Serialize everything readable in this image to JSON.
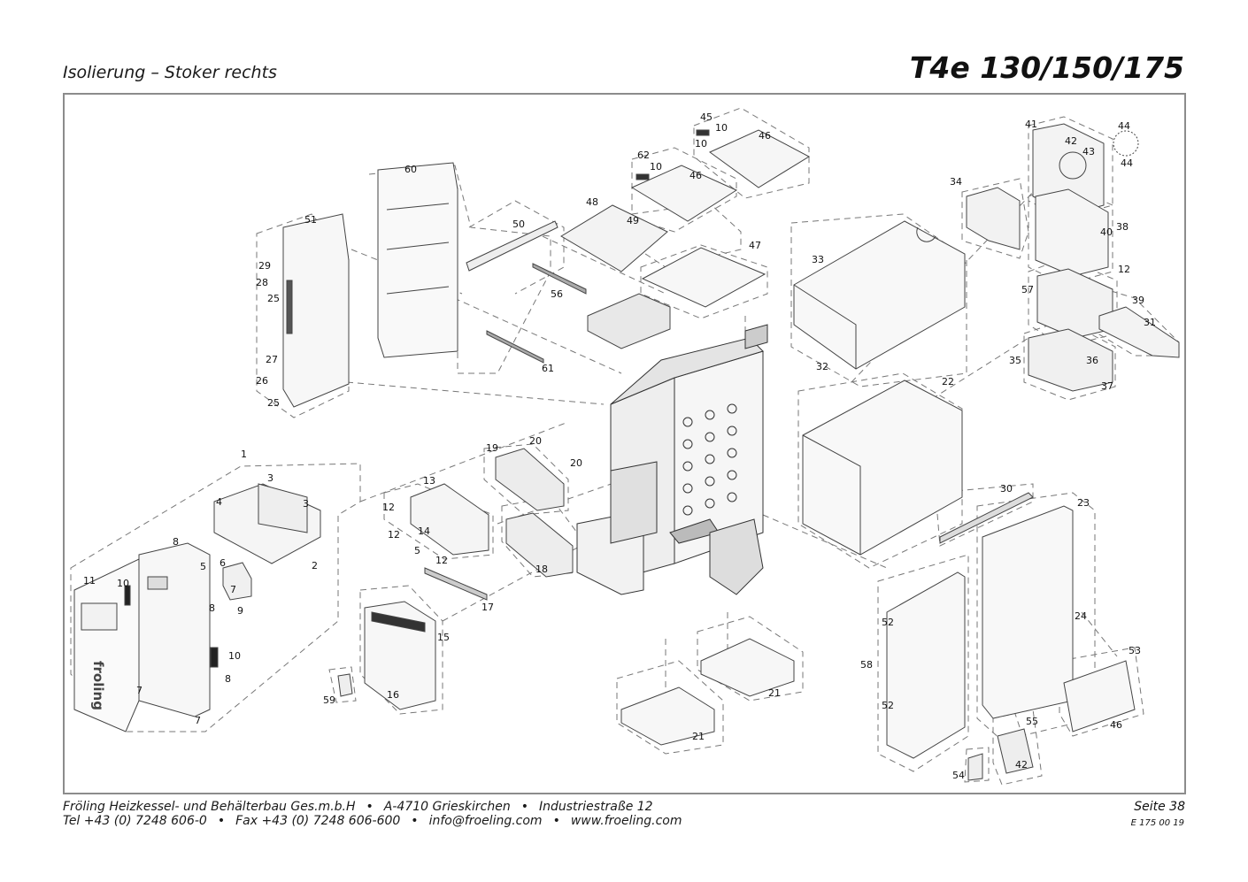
{
  "header": {
    "subtitle": "Isolierung – Stoker rechts",
    "model": "T4e 130/150/175"
  },
  "footer": {
    "company": "Fröling Heizkessel- und Behälterbau Ges.m.b.H",
    "address": "A-4710 Grieskirchen",
    "street": "Industriestraße 12",
    "tel": "Tel +43 (0) 7248 606-0",
    "fax": "Fax +43 (0) 7248 606-600",
    "email": "info@froeling.com",
    "web": "www.froeling.com",
    "bullet": "•",
    "page": "Seite 38",
    "doc_number": "E 175 00 19"
  },
  "panel_text": "froling",
  "part_labels": {
    "p1": "1",
    "p2": "2",
    "p3a": "3",
    "p3b": "3",
    "p4": "4",
    "p5a": "5",
    "p5b": "5",
    "p6": "6",
    "p7a": "7",
    "p7b": "7",
    "p7c": "7",
    "p8a": "8",
    "p8b": "8",
    "p8c": "8",
    "p9": "9",
    "p10a": "10",
    "p10b": "10",
    "p10c": "10",
    "p10d": "10",
    "p10e": "10",
    "p11": "11",
    "p12a": "12",
    "p12b": "12",
    "p12c": "12",
    "p12d": "12",
    "p13": "13",
    "p14": "14",
    "p15": "15",
    "p16": "16",
    "p17": "17",
    "p18": "18",
    "p19": "19",
    "p20a": "20",
    "p20b": "20",
    "p21a": "21",
    "p21b": "21",
    "p22": "22",
    "p23": "23",
    "p24": "24",
    "p25a": "25",
    "p25b": "25",
    "p26": "26",
    "p27": "27",
    "p28": "28",
    "p29": "29",
    "p30": "30",
    "p31": "31",
    "p32": "32",
    "p33": "33",
    "p34": "34",
    "p35": "35",
    "p36": "36",
    "p37": "37",
    "p38": "38",
    "p39": "39",
    "p40": "40",
    "p41": "41",
    "p42a": "42",
    "p42b": "42",
    "p43": "43",
    "p44a": "44",
    "p44b": "44",
    "p45": "45",
    "p46a": "46",
    "p46b": "46",
    "p46c": "46",
    "p47": "47",
    "p48": "48",
    "p49": "49",
    "p50": "50",
    "p51": "51",
    "p52a": "52",
    "p52b": "52",
    "p53": "53",
    "p54": "54",
    "p55": "55",
    "p56": "56",
    "p57": "57",
    "p58": "58",
    "p59": "59",
    "p60": "60",
    "p61": "61",
    "p62": "62"
  }
}
